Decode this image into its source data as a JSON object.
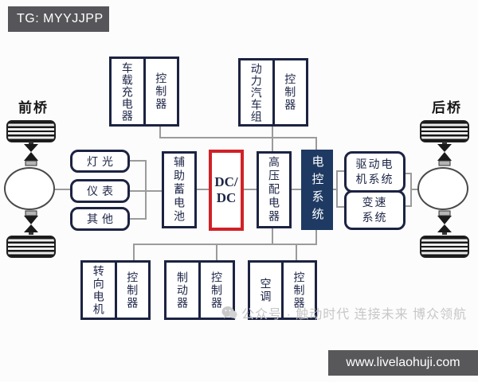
{
  "badge": {
    "text": "TG: MYYJJPP"
  },
  "axles": {
    "front": {
      "label": "前桥"
    },
    "rear": {
      "label": "后桥"
    }
  },
  "boxes": {
    "charger": {
      "main": "车载充电器",
      "sub": "控制器"
    },
    "battery_pack": {
      "main": "动力汽车组",
      "sub": "控制器"
    },
    "lights": {
      "label": "灯光"
    },
    "instruments": {
      "label": "仪表"
    },
    "others": {
      "label": "其他"
    },
    "aux_battery": {
      "label": "辅助蓄电池"
    },
    "dcdc": {
      "line1": "DC/",
      "line2": "DC"
    },
    "hv_distribution": {
      "label": "高压配电器"
    },
    "ecu": {
      "label": "电控系统"
    },
    "drive_motor": {
      "line1": "驱动电",
      "line2": "机系统"
    },
    "transmission": {
      "line1": "变速",
      "line2": "系统"
    },
    "steering": {
      "main": "转向电机",
      "sub": "控制器"
    },
    "brake": {
      "main": "制动器",
      "sub": "控制器"
    },
    "ac": {
      "main": "空调",
      "sub": "控制器"
    }
  },
  "watermark": {
    "icon": "wechat-icon",
    "text": "公众号 · 触动时代 连接未来 博众领航"
  },
  "footer": {
    "url": "www.livelaohuji.com"
  },
  "colors": {
    "box_border": "#1c2342",
    "dcdc_border": "#d02127",
    "ecu_fill": "#1e3a63",
    "connector": "#9b9b9b",
    "badge_bg": "#56565a",
    "footer_bg": "#58585b",
    "watermark_text": "#c7c7c7"
  }
}
